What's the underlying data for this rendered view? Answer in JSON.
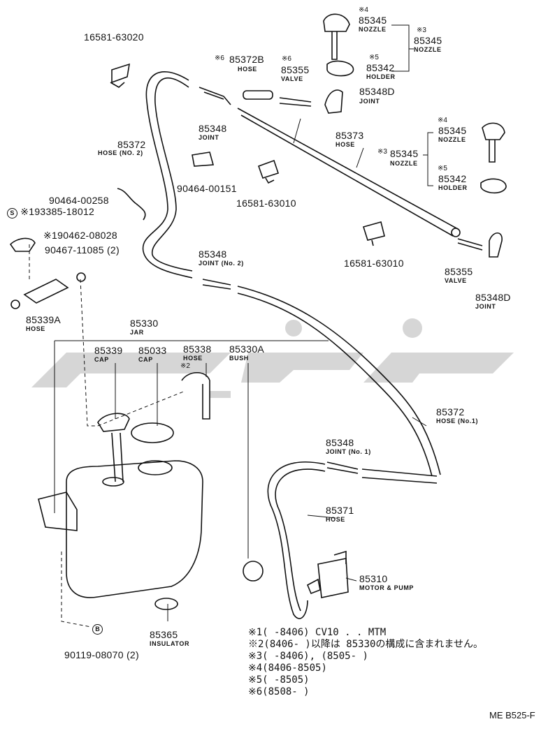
{
  "parts": {
    "p16581_63020": {
      "number": "16581-63020"
    },
    "p85372B": {
      "mark": "※6",
      "number": "85372B",
      "name": "HOSE"
    },
    "p85355_top": {
      "mark": "※6",
      "number": "85355",
      "name": "VALVE"
    },
    "p85345_a": {
      "mark": "※4",
      "number": "85345",
      "name": "NOZZLE"
    },
    "p85345_b": {
      "mark": "※3",
      "number": "85345",
      "name": "NOZZLE"
    },
    "p85342_a": {
      "mark": "※5",
      "number": "85342",
      "name": "HOLDER"
    },
    "p85348D_top": {
      "number": "85348D",
      "name": "JOINT"
    },
    "p85348_top": {
      "number": "85348",
      "name": "JOINT"
    },
    "p85372_no2": {
      "number": "85372",
      "name": "HOSE (NO. 2)"
    },
    "p85373": {
      "number": "85373",
      "name": "HOSE"
    },
    "p85345_c": {
      "mark": "※4",
      "number": "85345",
      "name": "NOZZLE"
    },
    "p85345_d": {
      "mark": "※3",
      "number": "85345",
      "name": "NOZZLE"
    },
    "p85342_b": {
      "mark": "※5",
      "number": "85342",
      "name": "HOLDER"
    },
    "p90464_00151": {
      "number": "90464-00151"
    },
    "p16581_63010_a": {
      "number": "16581-63010"
    },
    "p16581_63010_b": {
      "number": "16581-63010"
    },
    "p90464_00258": {
      "number": "90464-00258"
    },
    "p93385": {
      "circle": "S",
      "text": "※193385-18012"
    },
    "p90462": {
      "text": "※190462-08028"
    },
    "p90467": {
      "text": "90467-11085 (2)"
    },
    "p85348_no2": {
      "number": "85348",
      "name": "JOINT (No. 2)"
    },
    "p85355_right": {
      "number": "85355",
      "name": "VALVE"
    },
    "p85348D_right": {
      "number": "85348D",
      "name": "JOINT"
    },
    "p85339A": {
      "number": "85339A",
      "name": "HOSE"
    },
    "p85330": {
      "number": "85330",
      "name": "JAR"
    },
    "p85339": {
      "number": "85339",
      "name": "CAP"
    },
    "p85033": {
      "number": "85033",
      "name": "CAP"
    },
    "p85338": {
      "number": "85338",
      "name": "HOSE",
      "mark": "※2"
    },
    "p85330A": {
      "number": "85330A",
      "name": "BUSH"
    },
    "p85372_no1": {
      "number": "85372",
      "name": "HOSE (No.1)"
    },
    "p85348_no1": {
      "number": "85348",
      "name": "JOINT (No. 1)"
    },
    "p85371": {
      "number": "85371",
      "name": "HOSE"
    },
    "p85310": {
      "number": "85310",
      "name": "MOTOR & PUMP"
    },
    "p85365": {
      "number": "85365",
      "name": "INSULATOR"
    },
    "p90119": {
      "circle": "B",
      "text": "90119-08070 (2)"
    }
  },
  "notes": [
    "※1(      -8406) CV10 . . MTM",
    "※2(8406-      )以降は 85330の構成に含まれません。",
    "※3(      -8406), (8505-      )",
    "※4(8406-8505)",
    "※5(      -8505)",
    "※6(8508-      )"
  ],
  "ref_code": "ME B525-F"
}
